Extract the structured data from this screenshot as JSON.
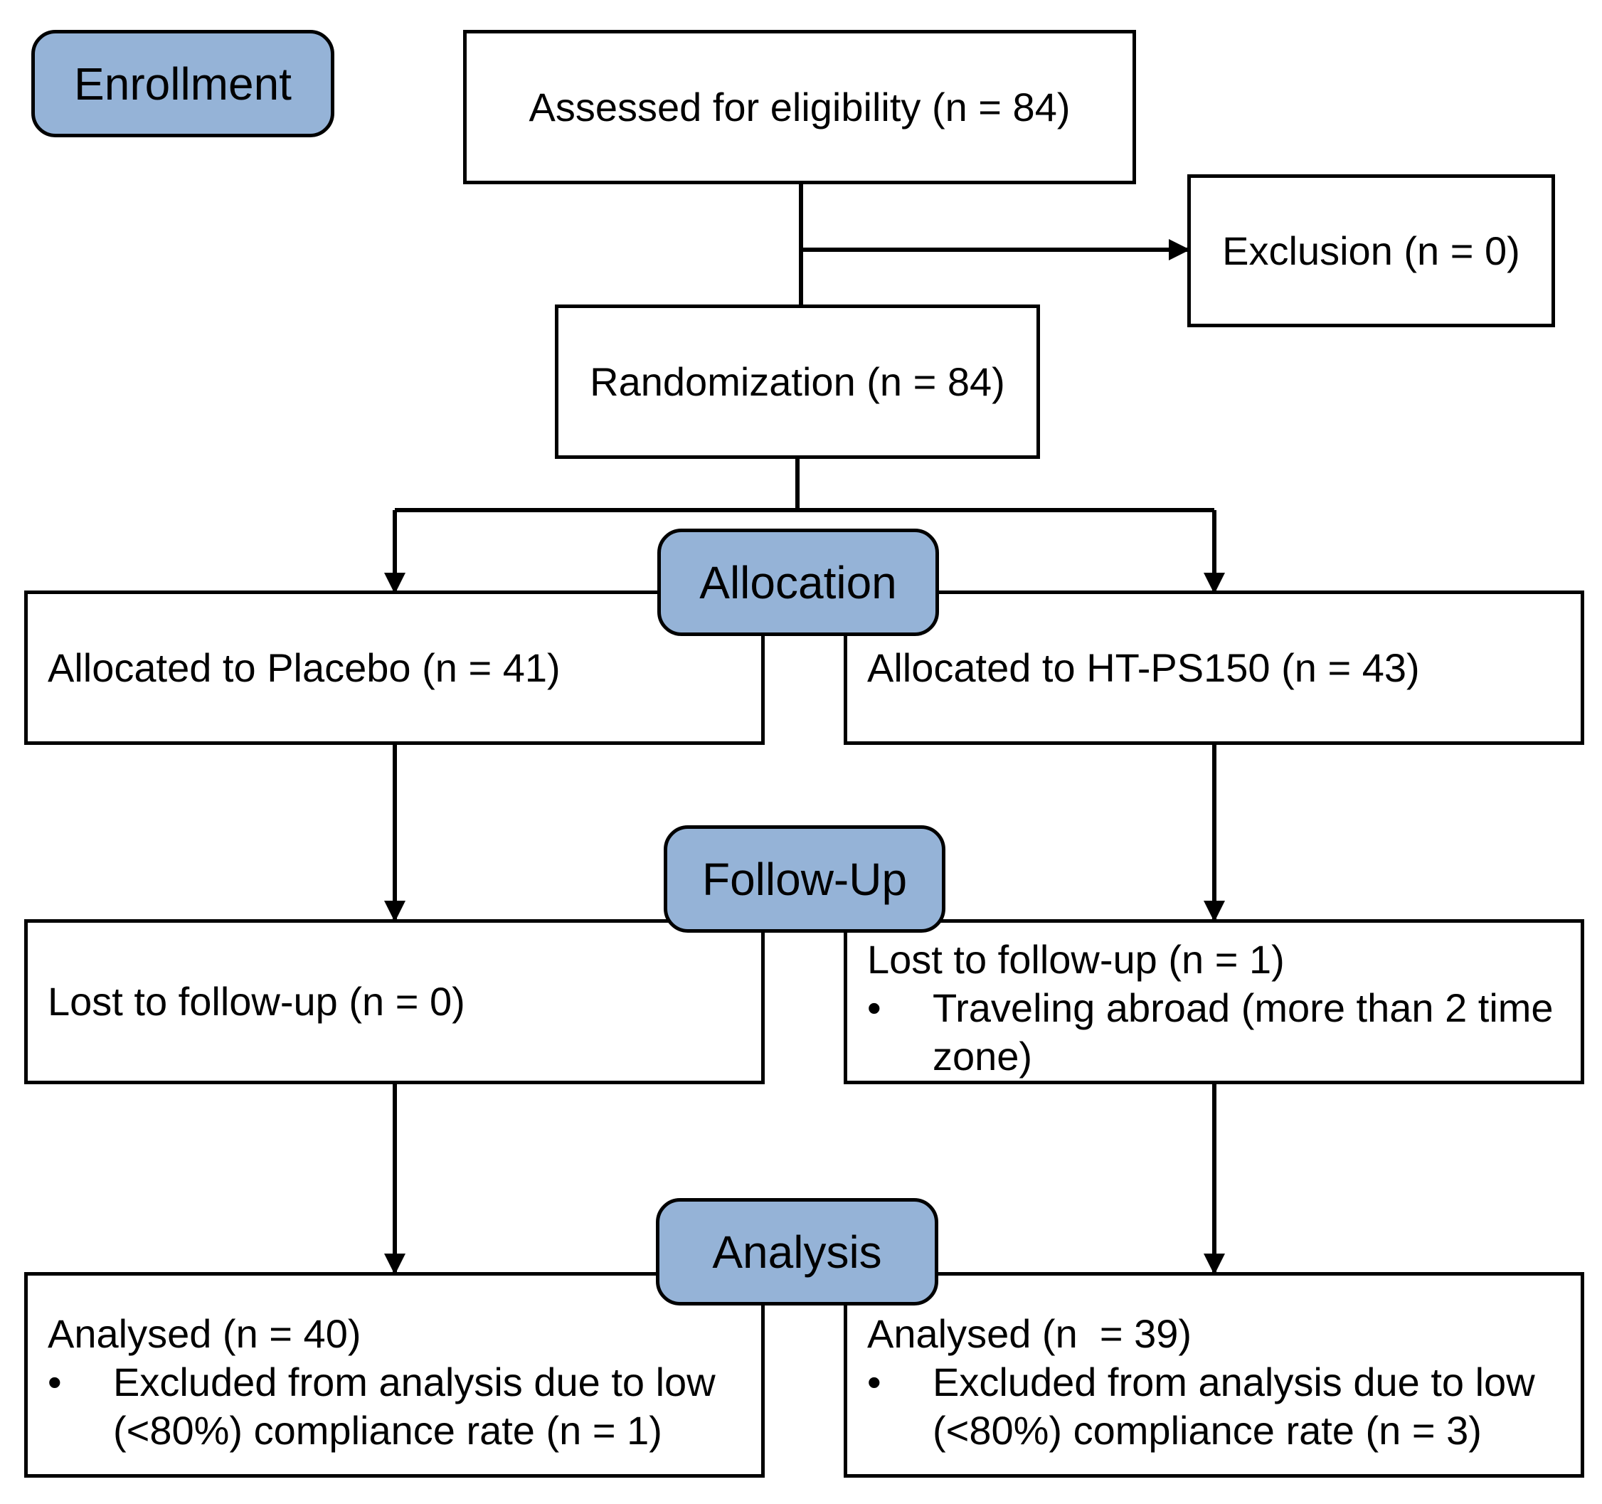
{
  "stages": {
    "enrollment": "Enrollment",
    "allocation": "Allocation",
    "follow_up": "Follow-Up",
    "analysis": "Analysis"
  },
  "assessed": "Assessed for eligibility (n = 84)",
  "exclusion": "Exclusion (n = 0)",
  "randomization": "Randomization (n = 84)",
  "placebo": {
    "allocated": "Allocated to Placebo (n = 41)",
    "lost": "Lost to follow-up (n = 0)",
    "analysed": "Analysed (n = 40)",
    "analysis_note": "Excluded from analysis due to low (<80%) compliance rate (n = 1)"
  },
  "treatment": {
    "allocated": "Allocated to HT-PS150 (n = 43)",
    "lost": "Lost to follow-up (n = 1)",
    "lost_note": "Traveling abroad (more than 2 time zone)",
    "analysed": "Analysed (n  = 39)",
    "analysis_note": "Excluded from analysis due to low (<80%) compliance rate (n = 3)"
  },
  "bullet_symbol": "•",
  "colors": {
    "stage_fill": "#95b3d7",
    "stroke": "#000000"
  }
}
